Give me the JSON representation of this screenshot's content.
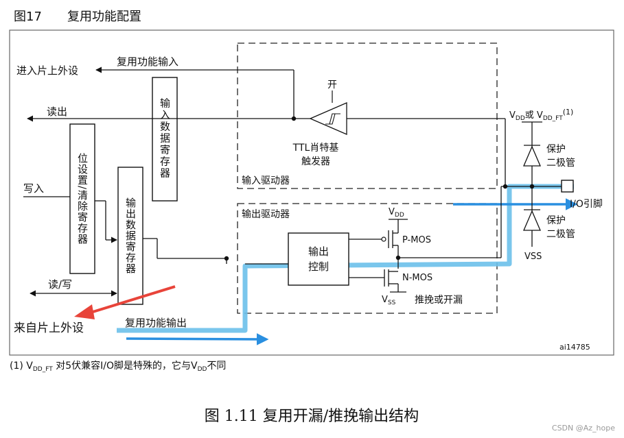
{
  "figure_title": {
    "label": "图17",
    "text": "复用功能配置"
  },
  "labels": {
    "alt_in": "复用功能输入",
    "to_periph": "进入片上外设",
    "read": "读出",
    "write": "写入",
    "rw": "读/写",
    "from_periph": "来自片上外设",
    "alt_out": "复用功能输出",
    "bsrr": "位设置/清除寄存器",
    "idr": "输入数据寄存器",
    "odr": "输出数据寄存器",
    "on": "开",
    "schmitt": "TTL肖特基",
    "schmitt2": "触发器",
    "in_driver": "输入驱动器",
    "out_driver": "输出驱动器",
    "out_ctrl1": "输出",
    "out_ctrl2": "控制",
    "vdd": "V",
    "vdd_sub": "DD",
    "pmos": "P-MOS",
    "nmos": "N-MOS",
    "vss": "V",
    "vss_sub": "SS",
    "pushpull": "推挽或开漏",
    "vdd_ft_line": "V",
    "vdd_ft_sub1": "DD",
    "vdd_ft_or": "或 V",
    "vdd_ft_sub2": "DD_FT",
    "vdd_ft_note": "(1)",
    "protect1a": "保护",
    "protect1b": "二极管",
    "protect2a": "保护",
    "protect2b": "二极管",
    "vss_pin": "VSS",
    "io_pin": "I/O引脚",
    "code": "ai14785"
  },
  "footnote": {
    "pre": "(1) V",
    "sub": "DD_FT",
    "mid": " 对5伏兼容I/O脚是特殊的，它与V",
    "sub2": "DD",
    "end": "不同"
  },
  "caption": "图 1.11 复用开漏/推挽输出结构",
  "watermark": "CSDN @Az_hope",
  "colors": {
    "highlight": "#4ab4e6",
    "arrow_blue": "#2a8fe0",
    "arrow_red": "#e8443a",
    "line": "#111111"
  }
}
